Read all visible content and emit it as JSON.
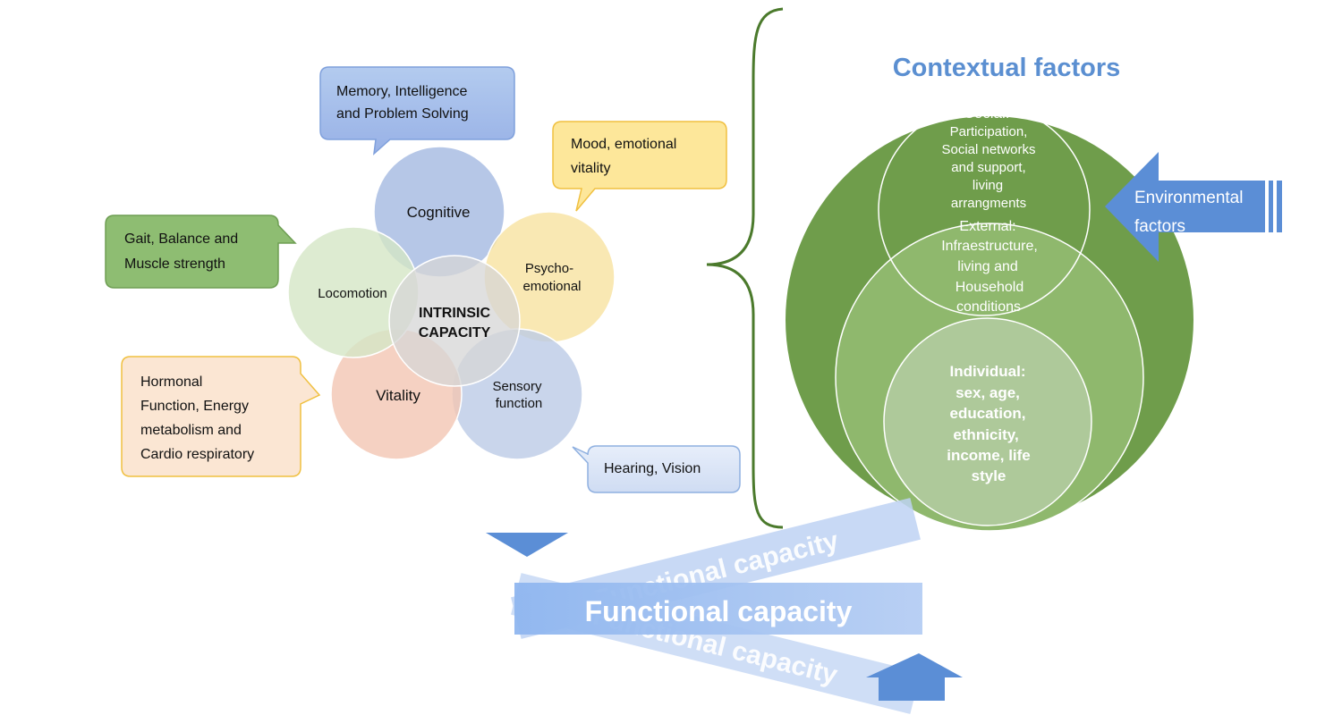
{
  "intrinsic": {
    "center": [
      "INTRINSIC",
      "CAPACITY"
    ],
    "petals": {
      "cognitive": [
        "Cognitive"
      ],
      "psycho": [
        "Psycho-",
        "emotional"
      ],
      "sensory": [
        "Sensory",
        "function"
      ],
      "vitality": [
        "Vitality"
      ],
      "locomotion": [
        "Locomotion"
      ]
    },
    "callouts": {
      "memory": [
        "Memory, Intelligence",
        "and Problem Solving"
      ],
      "mood": [
        "Mood, emotional",
        "vitality"
      ],
      "gait": [
        "Gait, Balance and",
        "Muscle strength"
      ],
      "hormonal": [
        "Hormonal",
        "Function, Energy",
        "metabolism and",
        "Cardio respiratory"
      ],
      "hearing": [
        "Hearing, Vision"
      ]
    }
  },
  "contextual": {
    "title": "Contextual factors",
    "social": [
      "Social:",
      "Participation,",
      "Social networks",
      "and support,",
      "living",
      "arrangments"
    ],
    "external": [
      "External:",
      "Infraestructure,",
      "living and",
      "Household",
      "conditions"
    ],
    "individual": [
      "Individual:",
      "sex, age,",
      "education,",
      "ethnicity,",
      "income, life",
      "style"
    ],
    "environmental": [
      "Environmental",
      "factors"
    ]
  },
  "functional": {
    "main": "Functional capacity",
    "ghost_upper": "Functional capacity",
    "ghost_lower": "Functional capacity"
  },
  "colors": {
    "cognitive": "#a9bde3",
    "psycho": "#f7e2a0",
    "sensory": "#bccbe6",
    "vitality": "#f3c6b3",
    "locomotion": "#d5e6c6",
    "center": "#d6d6d6",
    "context_dark": "#6f9d4b",
    "context_mid": "#8fb86d",
    "context_light": "#a9c78e",
    "title_blue": "#5b8fd1",
    "arrow_blue": "#5b8ed6",
    "brace_green": "#4b7a2c"
  }
}
